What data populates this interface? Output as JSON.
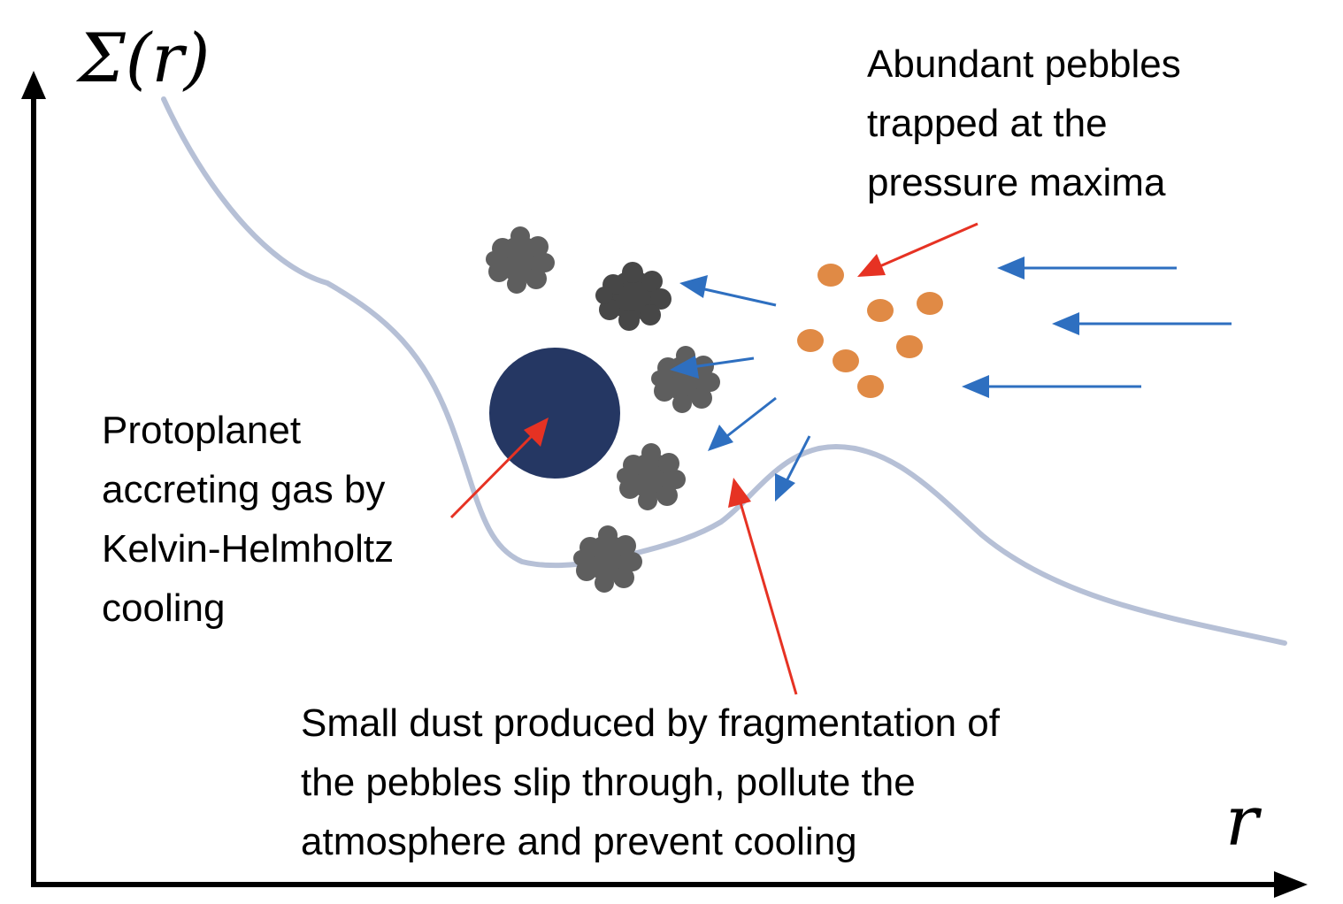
{
  "axes": {
    "y_label": "Σ(r)",
    "x_label": "r"
  },
  "labels": {
    "pebbles_note": [
      "Abundant pebbles",
      "trapped at the",
      "pressure maxima"
    ],
    "protoplanet_note": [
      "Protoplanet",
      "accreting gas by",
      "Kelvin-Helmholtz",
      "cooling"
    ],
    "dust_note": [
      "Small dust produced by fragmentation of",
      "the pebbles slip through, pollute the",
      "atmosphere and prevent cooling"
    ]
  },
  "colors": {
    "axis": "#000000",
    "curve": "#b6c0d6",
    "protoplanet": "#253763",
    "pebble": "#e08a45",
    "dust_dark": "#474747",
    "dust_light": "#5e5e5e",
    "flow_arrow": "#2e6fc0",
    "pointer_arrow": "#e63223"
  }
}
